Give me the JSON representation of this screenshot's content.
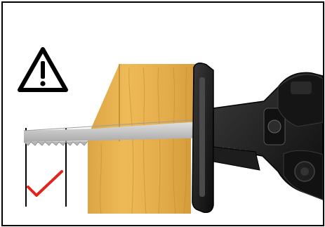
{
  "illustration": {
    "warning_icon": "warning-triangle-exclamation",
    "check_icon": "checkmark",
    "subject": "reciprocating-saw-blade-through-wood-block"
  },
  "colors": {
    "border": "#000000",
    "check": "#e0261b",
    "wood_front": "#e6b24e",
    "wood_side": "#c98c2a",
    "blade": "#c8c8c8",
    "tool_body": "#1a1a1a"
  }
}
